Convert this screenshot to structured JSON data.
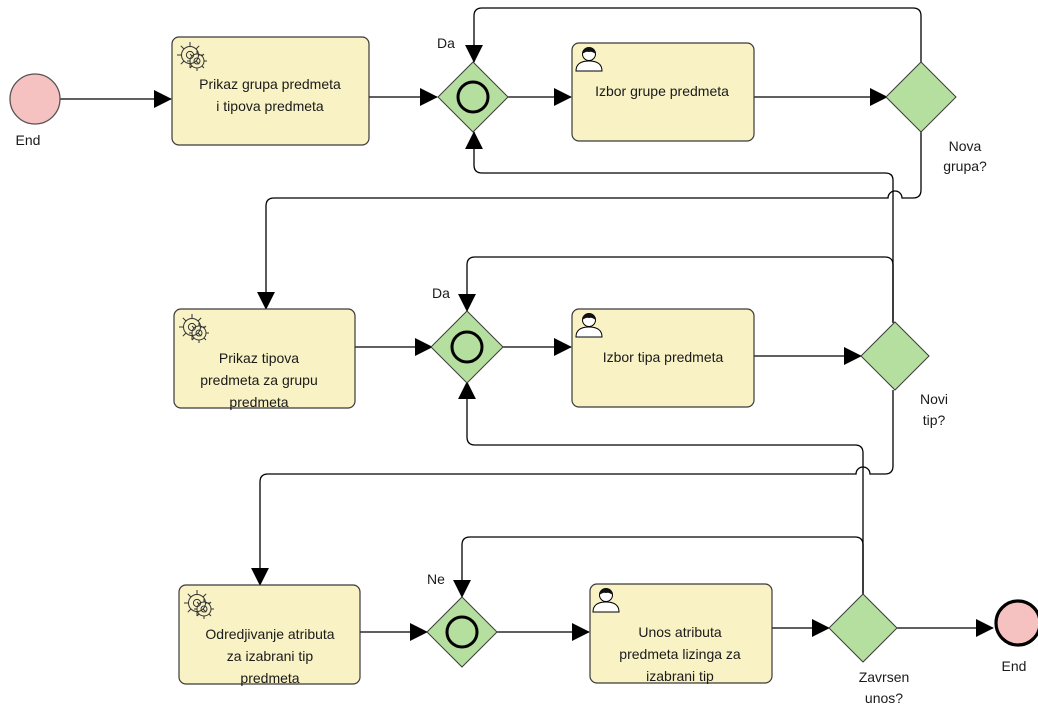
{
  "events": {
    "start_label": "End",
    "end_label": "End"
  },
  "tasks": {
    "t1": {
      "type": "service-task",
      "lines": [
        "Prikaz grupa predmeta",
        "i tipova predmeta"
      ]
    },
    "t2": {
      "type": "user-task",
      "lines": [
        "Izbor grupe predmeta"
      ]
    },
    "t3": {
      "type": "service-task",
      "lines": [
        "Prikaz tipova",
        "predmeta za grupu",
        "predmeta"
      ]
    },
    "t4": {
      "type": "user-task",
      "lines": [
        "Izbor tipa predmeta"
      ]
    },
    "t5": {
      "type": "service-task",
      "lines": [
        "Odredjivanje atributa",
        "za izabrani tip",
        "predmeta"
      ]
    },
    "t6": {
      "type": "user-task",
      "lines": [
        "Unos atributa",
        "predmeta lizinga za",
        "izabrani tip"
      ]
    }
  },
  "gateways": {
    "g1": {
      "type": "inclusive"
    },
    "g2": {
      "type": "exclusive",
      "lines": [
        "Nova",
        "grupa?"
      ]
    },
    "g3": {
      "type": "inclusive"
    },
    "g4": {
      "type": "exclusive",
      "lines": [
        "Novi",
        "tip?"
      ]
    },
    "g5": {
      "type": "inclusive"
    },
    "g6": {
      "type": "exclusive",
      "lines": [
        "Zavrsen",
        "unos?"
      ]
    }
  },
  "flow_labels": {
    "loop1": "Da",
    "loop2": "Da",
    "loop3": "Ne"
  }
}
